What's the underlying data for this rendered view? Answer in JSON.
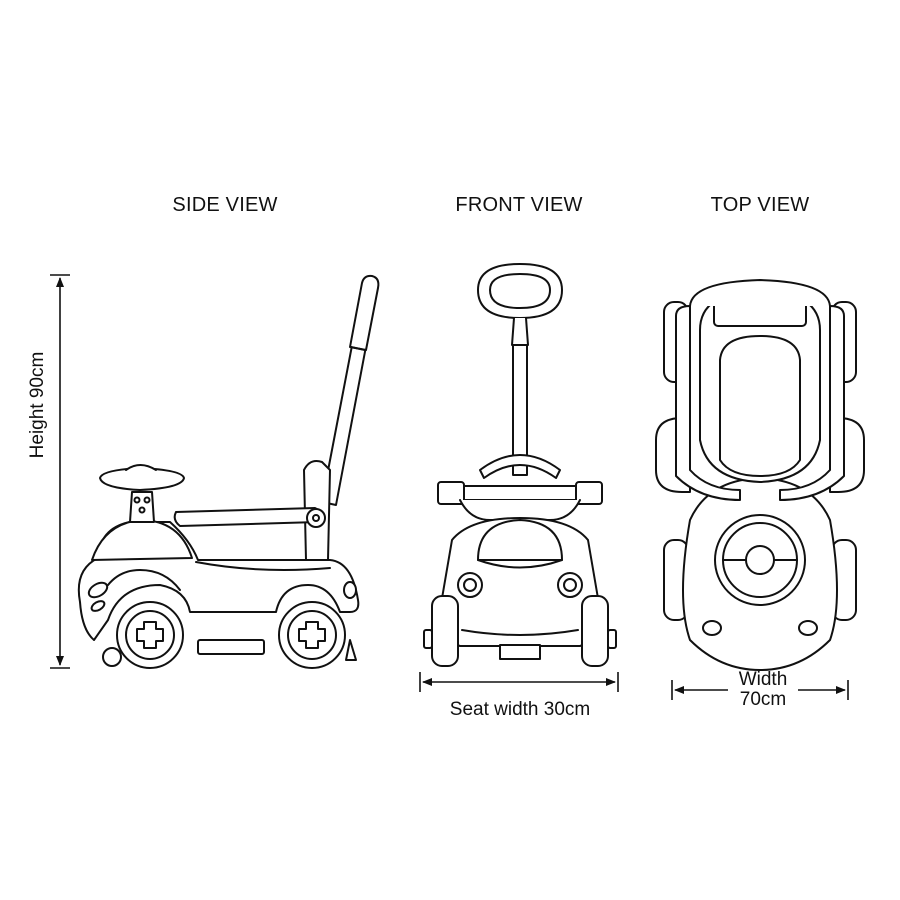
{
  "views": {
    "side": "SIDE VIEW",
    "front": "FRONT VIEW",
    "top": "TOP VIEW"
  },
  "dimensions": {
    "height": "Height 90cm",
    "seat_width": "Seat width 30cm",
    "width_line1": "Width",
    "width_line2": "70cm"
  }
}
